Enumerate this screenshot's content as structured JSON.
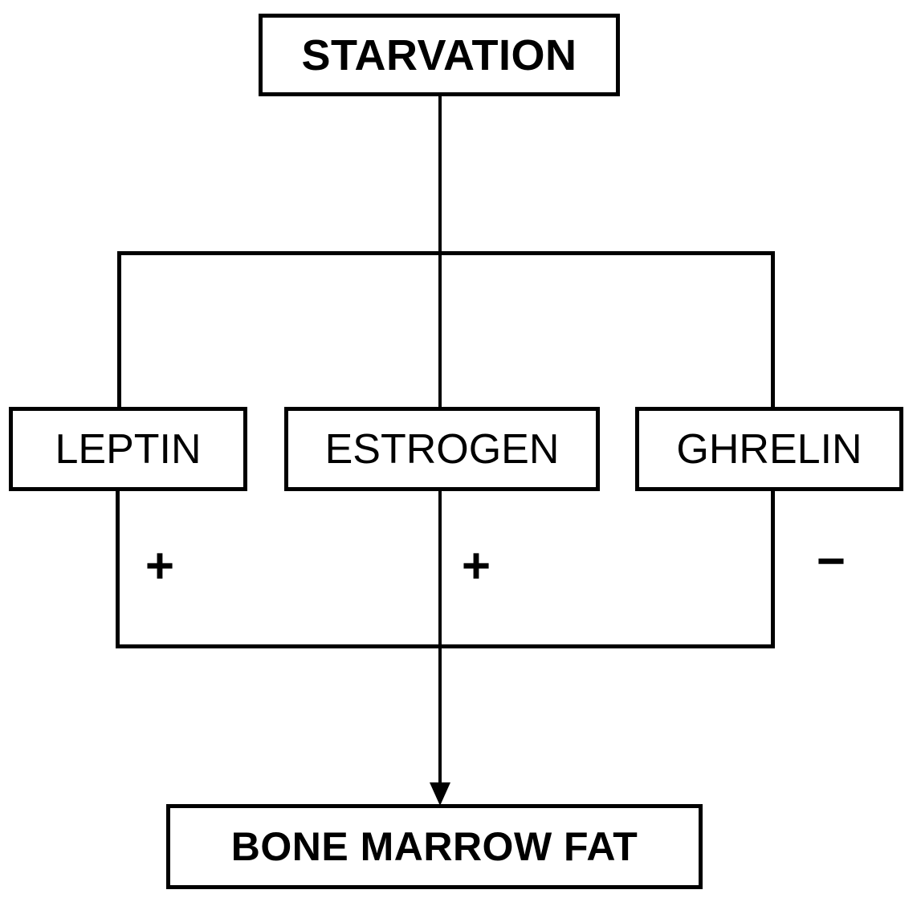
{
  "diagram": {
    "title_node": {
      "label": "STARVATION"
    },
    "mediators": [
      {
        "label": "LEPTIN",
        "sign": "+",
        "effect": "positive"
      },
      {
        "label": "ESTROGEN",
        "sign": "+",
        "effect": "positive"
      },
      {
        "label": "GHRELIN",
        "sign": "−",
        "effect": "negative"
      }
    ],
    "outcome_node": {
      "label": "BONE MARROW FAT"
    },
    "colors": {
      "stroke": "#000000",
      "fill": "#ffffff",
      "text": "#000000"
    }
  }
}
